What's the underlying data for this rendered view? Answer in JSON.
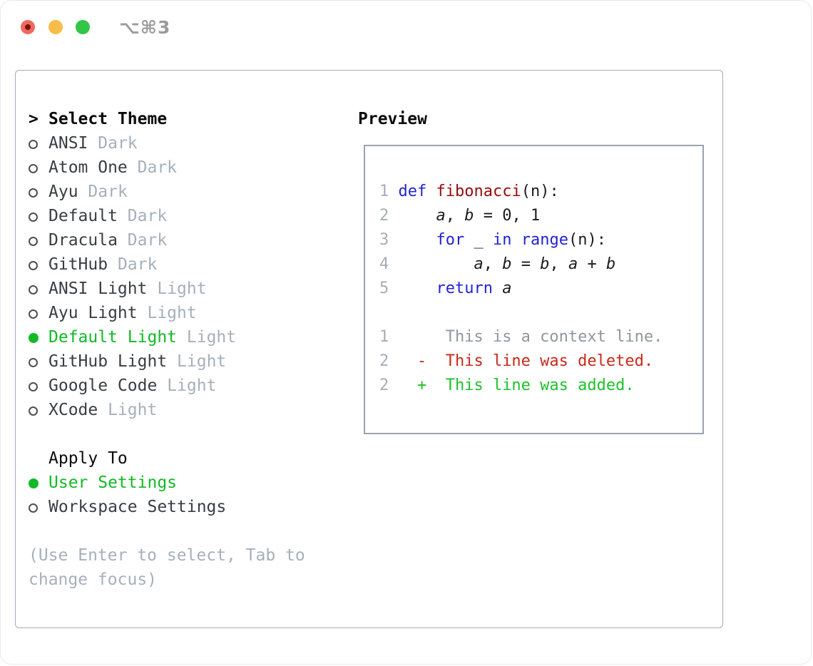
{
  "window": {
    "title": "⌥⌘3"
  },
  "sidebar": {
    "prompt": ">",
    "title": "Select Theme",
    "themes": [
      {
        "name": "ANSI",
        "variant": "Dark",
        "selected": false
      },
      {
        "name": "Atom One",
        "variant": "Dark",
        "selected": false
      },
      {
        "name": "Ayu",
        "variant": "Dark",
        "selected": false
      },
      {
        "name": "Default",
        "variant": "Dark",
        "selected": false
      },
      {
        "name": "Dracula",
        "variant": "Dark",
        "selected": false
      },
      {
        "name": "GitHub",
        "variant": "Dark",
        "selected": false
      },
      {
        "name": "ANSI Light",
        "variant": "Light",
        "selected": false
      },
      {
        "name": "Ayu Light",
        "variant": "Light",
        "selected": false
      },
      {
        "name": "Default Light",
        "variant": "Light",
        "selected": true
      },
      {
        "name": "GitHub Light",
        "variant": "Light",
        "selected": false
      },
      {
        "name": "Google Code",
        "variant": "Light",
        "selected": false
      },
      {
        "name": "XCode",
        "variant": "Light",
        "selected": false
      }
    ],
    "apply_to": {
      "title": "Apply To",
      "options": [
        {
          "label": "User Settings",
          "selected": true
        },
        {
          "label": "Workspace Settings",
          "selected": false
        }
      ]
    },
    "help_lines": [
      "(Use Enter to select, Tab to",
      "change focus)"
    ]
  },
  "preview": {
    "title": "Preview",
    "lines": [
      {
        "num": "1",
        "tokens": [
          [
            " ",
            "plain"
          ],
          [
            "def",
            "kw"
          ],
          [
            " ",
            "plain"
          ],
          [
            "fibonacci",
            "fn"
          ],
          [
            "(n):",
            "plain"
          ]
        ]
      },
      {
        "num": "2",
        "tokens": [
          [
            "     ",
            "plain"
          ],
          [
            "a",
            "var"
          ],
          [
            ", ",
            "plain"
          ],
          [
            "b",
            "var"
          ],
          [
            " = 0, 1",
            "plain"
          ]
        ]
      },
      {
        "num": "3",
        "tokens": [
          [
            "     ",
            "plain"
          ],
          [
            "for",
            "kw"
          ],
          [
            " _ ",
            "plain"
          ],
          [
            "in",
            "kw"
          ],
          [
            " ",
            "plain"
          ],
          [
            "range",
            "kw"
          ],
          [
            "(n):",
            "plain"
          ]
        ]
      },
      {
        "num": "4",
        "tokens": [
          [
            "         ",
            "plain"
          ],
          [
            "a",
            "var"
          ],
          [
            ", ",
            "plain"
          ],
          [
            "b",
            "var"
          ],
          [
            " = ",
            "plain"
          ],
          [
            "b",
            "var"
          ],
          [
            ", ",
            "plain"
          ],
          [
            "a",
            "var"
          ],
          [
            " + ",
            "plain"
          ],
          [
            "b",
            "var"
          ]
        ]
      },
      {
        "num": "5",
        "tokens": [
          [
            "     ",
            "plain"
          ],
          [
            "return",
            "kw"
          ],
          [
            " ",
            "plain"
          ],
          [
            "a",
            "var"
          ]
        ]
      },
      {
        "num": "",
        "tokens": []
      },
      {
        "num": "1",
        "tokens": [
          [
            "      This is a context line.",
            "ctx"
          ]
        ]
      },
      {
        "num": "2",
        "tokens": [
          [
            "   -  This line was deleted.",
            "del"
          ]
        ]
      },
      {
        "num": "2",
        "tokens": [
          [
            "   +  This line was added.",
            "add"
          ]
        ]
      }
    ]
  },
  "colors": {
    "traffic_red": "#ee6a5f",
    "traffic_yellow": "#f6bd48",
    "traffic_green": "#32c548",
    "accent_green": "#12ba26",
    "muted_gray": "#a6b0ba",
    "dark_text": "#383e44",
    "line_number_gray": "#a4aeb8",
    "keyword_blue": "#2323d3",
    "function_dark_red": "#970c0c",
    "plain_code": "#1c1c1c",
    "context_gray": "#8f979e",
    "deleted_red": "#c9291a",
    "added_green": "#1cc32b"
  }
}
